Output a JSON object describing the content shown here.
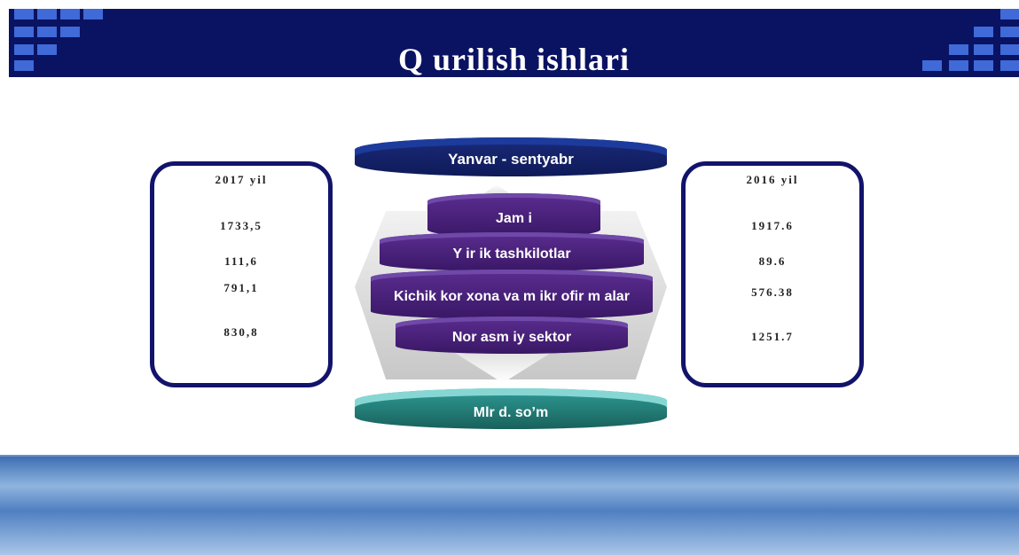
{
  "title": "Q urilish ishlari",
  "period_label": "Yanvar - sentyabr",
  "unit_label": "Mlr d. so’m",
  "categories": [
    "Jam i",
    "Y ir ik tashkilotlar",
    "Kichik kor xona va m ikr ofir m alar",
    "Nor asm iy sektor"
  ],
  "left_panel": {
    "year": "2017 yil",
    "values": [
      "1733,5",
      "111,6",
      "791,1",
      "830,8"
    ]
  },
  "right_panel": {
    "year": "2016 yil",
    "values": [
      "1917.6",
      "89.6",
      "576.38",
      "1251.7"
    ]
  },
  "colors": {
    "header": "#0a1262",
    "panel_border": "#12136b",
    "period_cylinder": "#13206a",
    "unit_cylinder": "#267d78",
    "category_cylinders": "#4a2380",
    "deco_squares": "#3f6ad8"
  }
}
